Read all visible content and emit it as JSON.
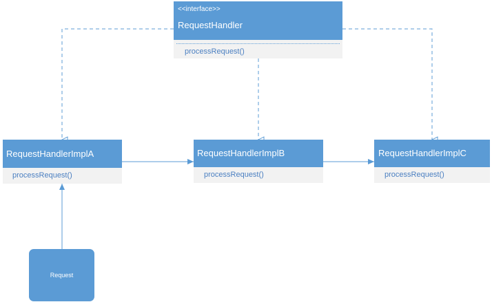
{
  "interface": {
    "stereotype": "<<interface>>",
    "name": "RequestHandler",
    "method": "processRequest()"
  },
  "classes": [
    {
      "name": "RequestHandlerImplA",
      "method": "processRequest()"
    },
    {
      "name": "RequestHandlerImplB",
      "method": "processRequest()"
    },
    {
      "name": "RequestHandlerImplC",
      "method": "processRequest()"
    }
  ],
  "client": {
    "label": "Request"
  },
  "colors": {
    "header": "#5b9bd5",
    "body": "#f2f2f2",
    "edge": "#5b9bd5"
  }
}
